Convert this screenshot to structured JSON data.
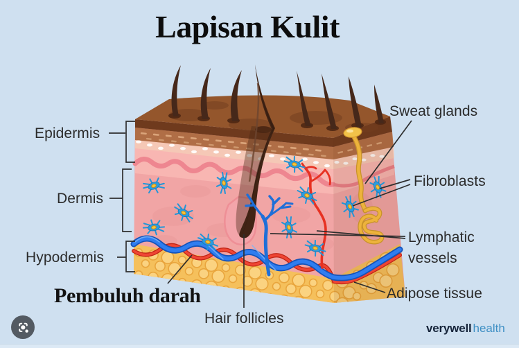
{
  "page": {
    "title": "Lapisan Kulit",
    "background_color": "#cfe0f0"
  },
  "diagram": {
    "left_labels": {
      "epidermis": "Epidermis",
      "dermis": "Dermis",
      "hypodermis": "Hypodermis"
    },
    "right_labels": {
      "sweat_glands": "Sweat glands",
      "fibroblasts": "Fibroblasts",
      "lymphatic_vessels": "Lymphatic vessels",
      "adipose_tissue": "Adipose tissue"
    },
    "bottom_labels": {
      "blood_vessels": "Pembuluh darah",
      "hair_follicles": "Hair follicles"
    },
    "colors": {
      "background": "#cfe0f0",
      "skin_surface_brown": "#94562c",
      "epidermis_dark_brown": "#6f3a1d",
      "epidermis_tan": "#b06e46",
      "dermis_pink": "#f1a5a5",
      "adipose_yellow": "#f5c05c",
      "vein_blue": "#1d6ae5",
      "artery_red": "#e73122",
      "fibroblast_blue": "#2196d8",
      "sweat_gland_gold": "#edb33c",
      "hair_brown": "#46281ا7"
    }
  },
  "branding": {
    "brand": "verywell",
    "brand_suffix": "health"
  },
  "icons": {
    "lens_button": "google-lens-icon"
  }
}
